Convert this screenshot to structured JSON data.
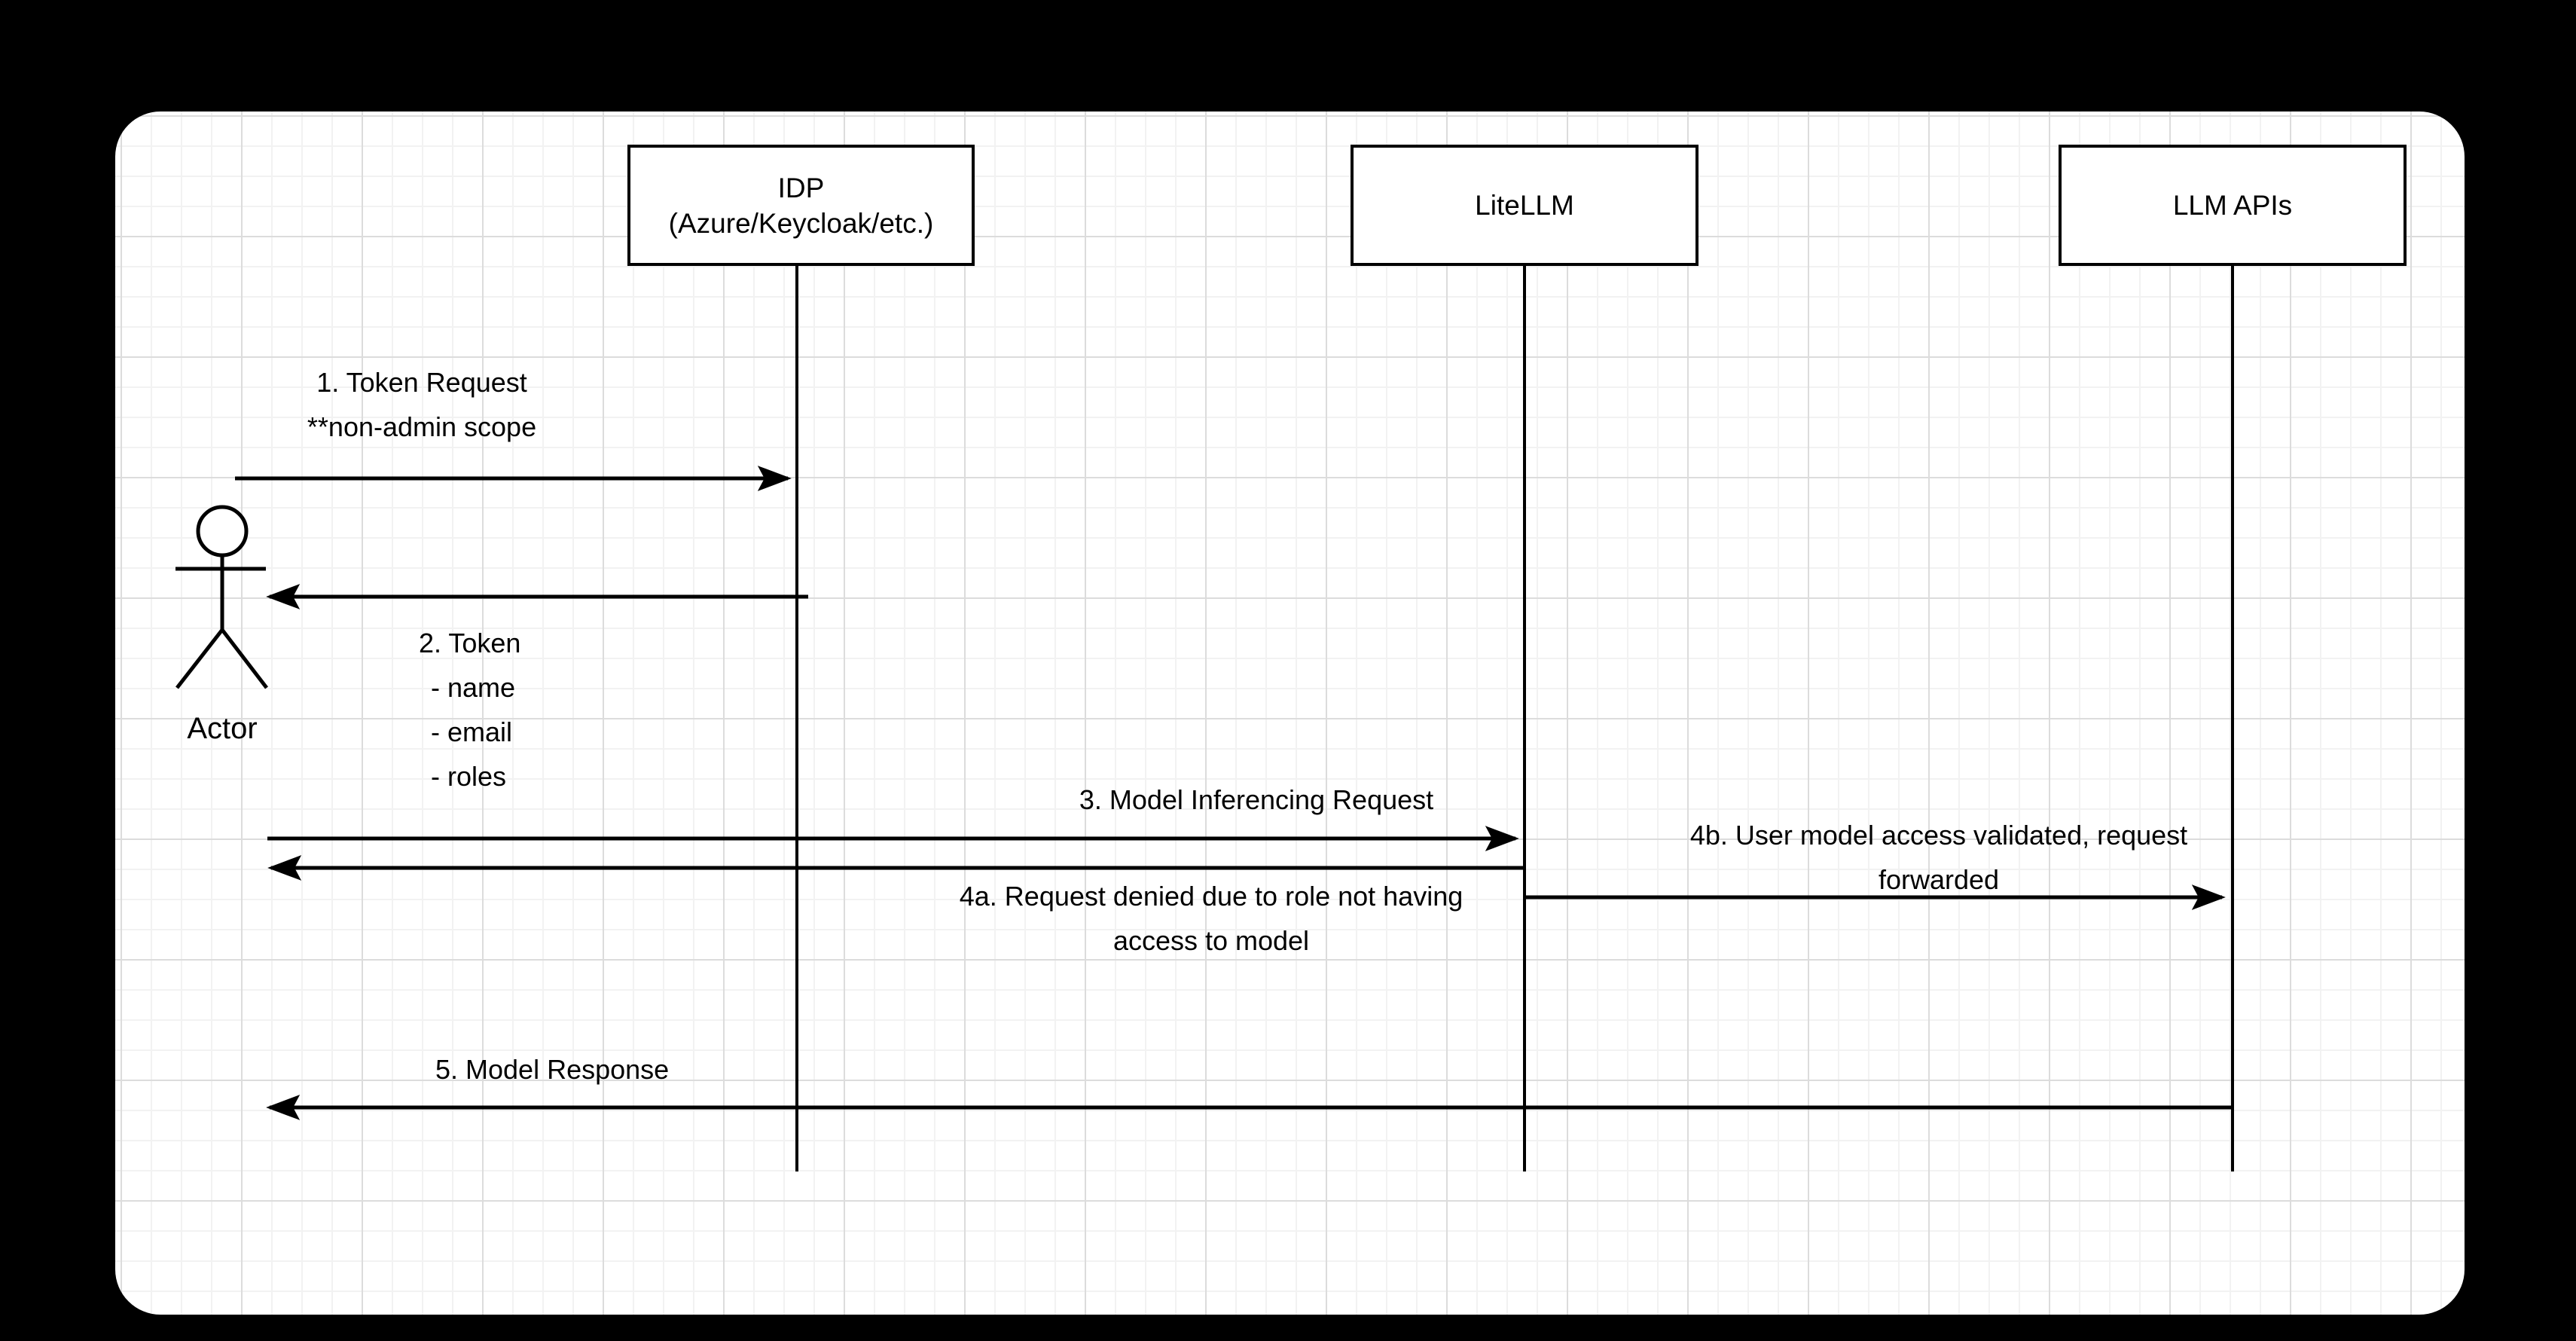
{
  "colors": {
    "page_background": "#000000",
    "canvas_background": "#ffffff",
    "stroke": "#000000",
    "grid_minor": "#f2f2f2",
    "grid_major": "#dcdcdc"
  },
  "participants": [
    {
      "name": "idp",
      "lines": [
        "IDP",
        "(Azure/Keycloak/etc.)"
      ]
    },
    {
      "name": "litellm",
      "lines": [
        "LiteLLM"
      ]
    },
    {
      "name": "llm-apis",
      "lines": [
        "LLM APIs"
      ]
    }
  ],
  "actor": {
    "label": "Actor"
  },
  "messages": [
    {
      "name": "token-request",
      "direction": "right",
      "lines": [
        "1. Token Request",
        "**non-admin scope"
      ]
    },
    {
      "name": "token",
      "direction": "left",
      "lines": [
        "2. Token",
        "- name",
        "- email",
        "- roles"
      ]
    },
    {
      "name": "model-inferencing-request",
      "direction": "right",
      "lines": [
        "3. Model Inferencing Request"
      ]
    },
    {
      "name": "request-denied",
      "direction": "left",
      "lines": [
        "4a. Request denied due to role not having",
        "access to model"
      ]
    },
    {
      "name": "access-validated",
      "direction": "right",
      "lines": [
        "4b. User model access validated, request",
        "forwarded"
      ]
    },
    {
      "name": "model-response",
      "direction": "left",
      "lines": [
        "5. Model Response"
      ]
    }
  ]
}
